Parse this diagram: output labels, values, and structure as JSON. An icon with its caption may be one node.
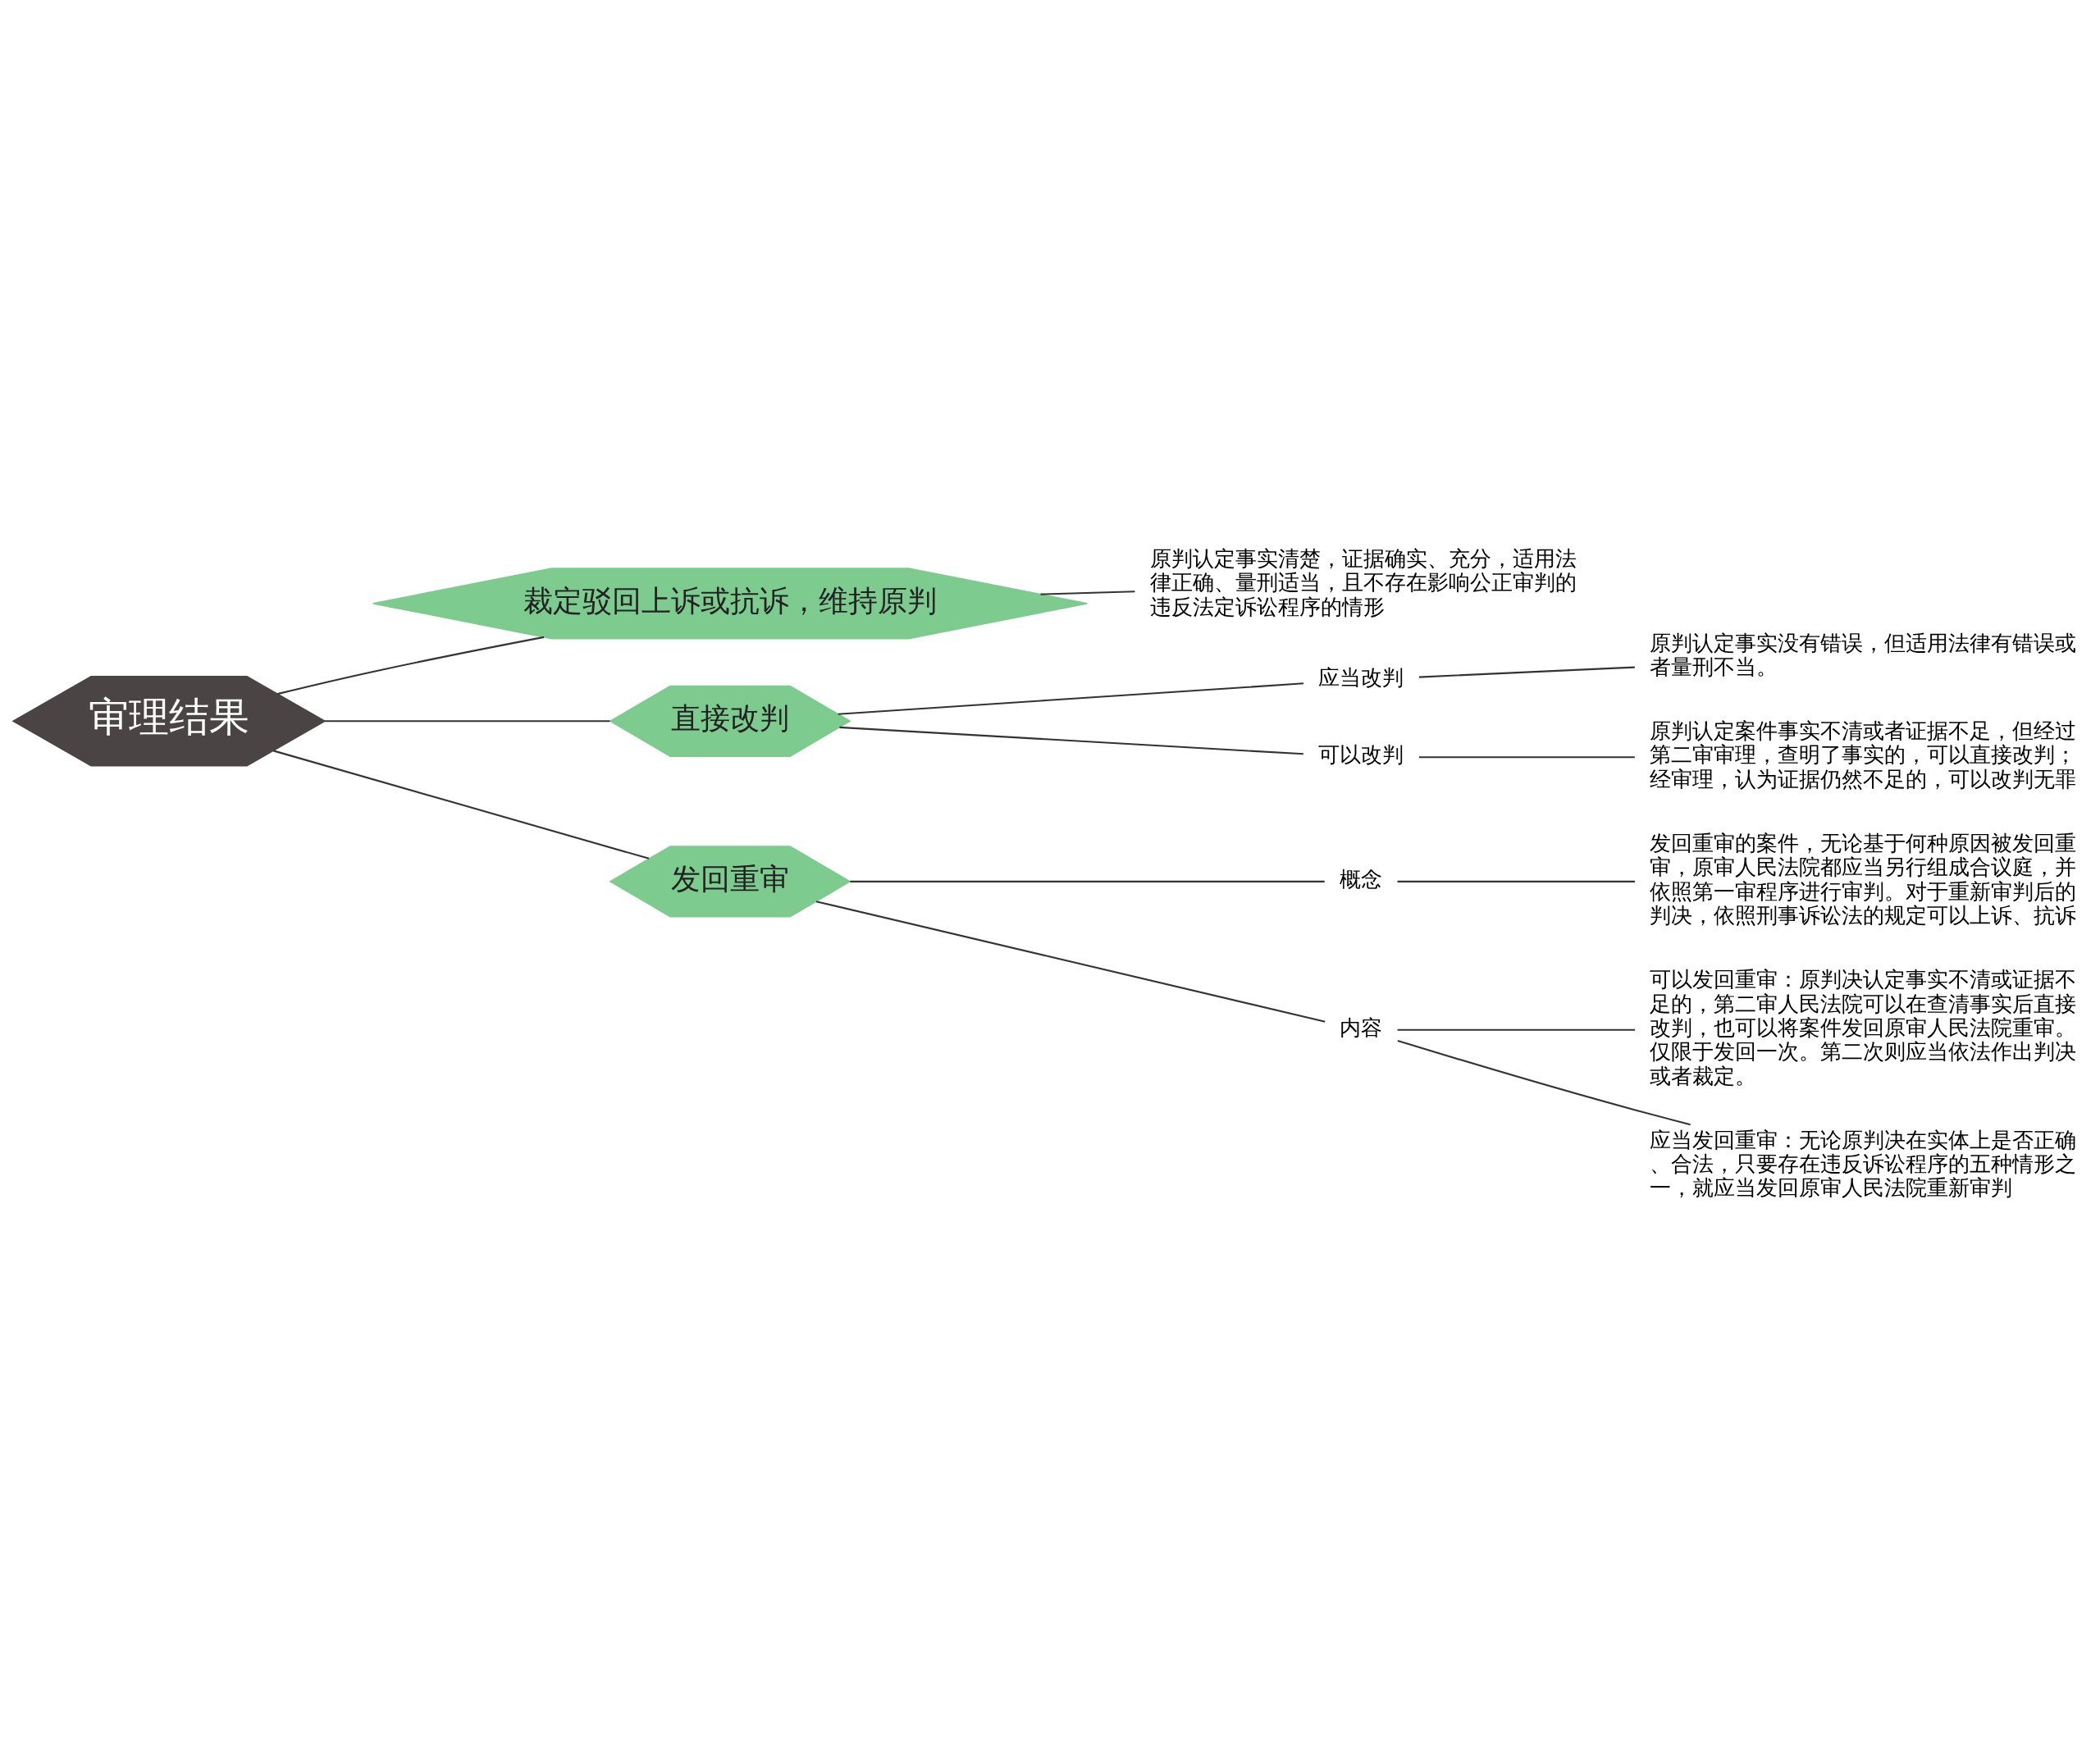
{
  "diagram": {
    "nodes": [
      {
        "text": [
          "审理结果"
        ]
      },
      {
        "text": [
          "裁定驳回上诉或抗诉，维持原判"
        ]
      },
      {
        "text": [
          "原判认定事实清楚，证据确实、充分，适用法律正确、量刑适当，且不存在影响公正审判的违反法定诉讼程序的情形"
        ]
      },
      {
        "text": [
          "直接改判"
        ]
      },
      {
        "text": [
          "应当改判"
        ]
      },
      {
        "text": [
          "原判认定事实没有错误，但适用法律有错误或者量刑不当。"
        ]
      },
      {
        "text": [
          "可以改判"
        ]
      },
      {
        "text": [
          "原判认定案件事实不清或者证据不足，但经过第二审审理，查明了事实的，可以直接改判；经审理，认为证据仍然不足的，可以改判无罪"
        ]
      },
      {
        "text": [
          "发回重审"
        ]
      },
      {
        "text": [
          "概念"
        ]
      },
      {
        "text": [
          "发回重审的案件，无论基于何种原因被发回重审，原审人民法院都应当另行组成合议庭，并依照第一审程序进行审判。对于重新审判后的判决，依照刑事诉讼法的规定可以上诉、抗诉"
        ]
      },
      {
        "text": [
          "内容"
        ]
      },
      {
        "text": [
          "可以发回重审：原判决认定事实不清或证据不足的，第二审人民法院可以在查清事实后直接改判，也可以将案件发回原审人民法院重审。仅限于发回一次。第二次则应当依法作出判决或者裁定。"
        ]
      },
      {
        "text": [
          "应当发回重审：无论原判决在实体上是否正确、合法，只要存在违反诉讼程序的五种情形之一，就应当发回原审人民法院重新审判"
        ]
      }
    ],
    "edges": [
      {
        "from": 0,
        "to": 1,
        "arrow": "none"
      },
      {
        "from": 1,
        "to": 2,
        "arrow": "none"
      },
      {
        "from": 0,
        "to": 3,
        "arrow": "none"
      },
      {
        "from": 3,
        "to": 4,
        "arrow": "none"
      },
      {
        "from": 4,
        "to": 5,
        "arrow": "none"
      },
      {
        "from": 3,
        "to": 6,
        "arrow": "none"
      },
      {
        "from": 6,
        "to": 7,
        "arrow": "none"
      },
      {
        "from": 0,
        "to": 8,
        "arrow": "none"
      },
      {
        "from": 8,
        "to": 9,
        "arrow": "none"
      },
      {
        "from": 9,
        "to": 10,
        "arrow": "none"
      },
      {
        "from": 8,
        "to": 11,
        "arrow": "none"
      },
      {
        "from": 11,
        "to": 12,
        "arrow": "none"
      },
      {
        "from": 11,
        "to": 13,
        "arrow": "none"
      }
    ]
  }
}
